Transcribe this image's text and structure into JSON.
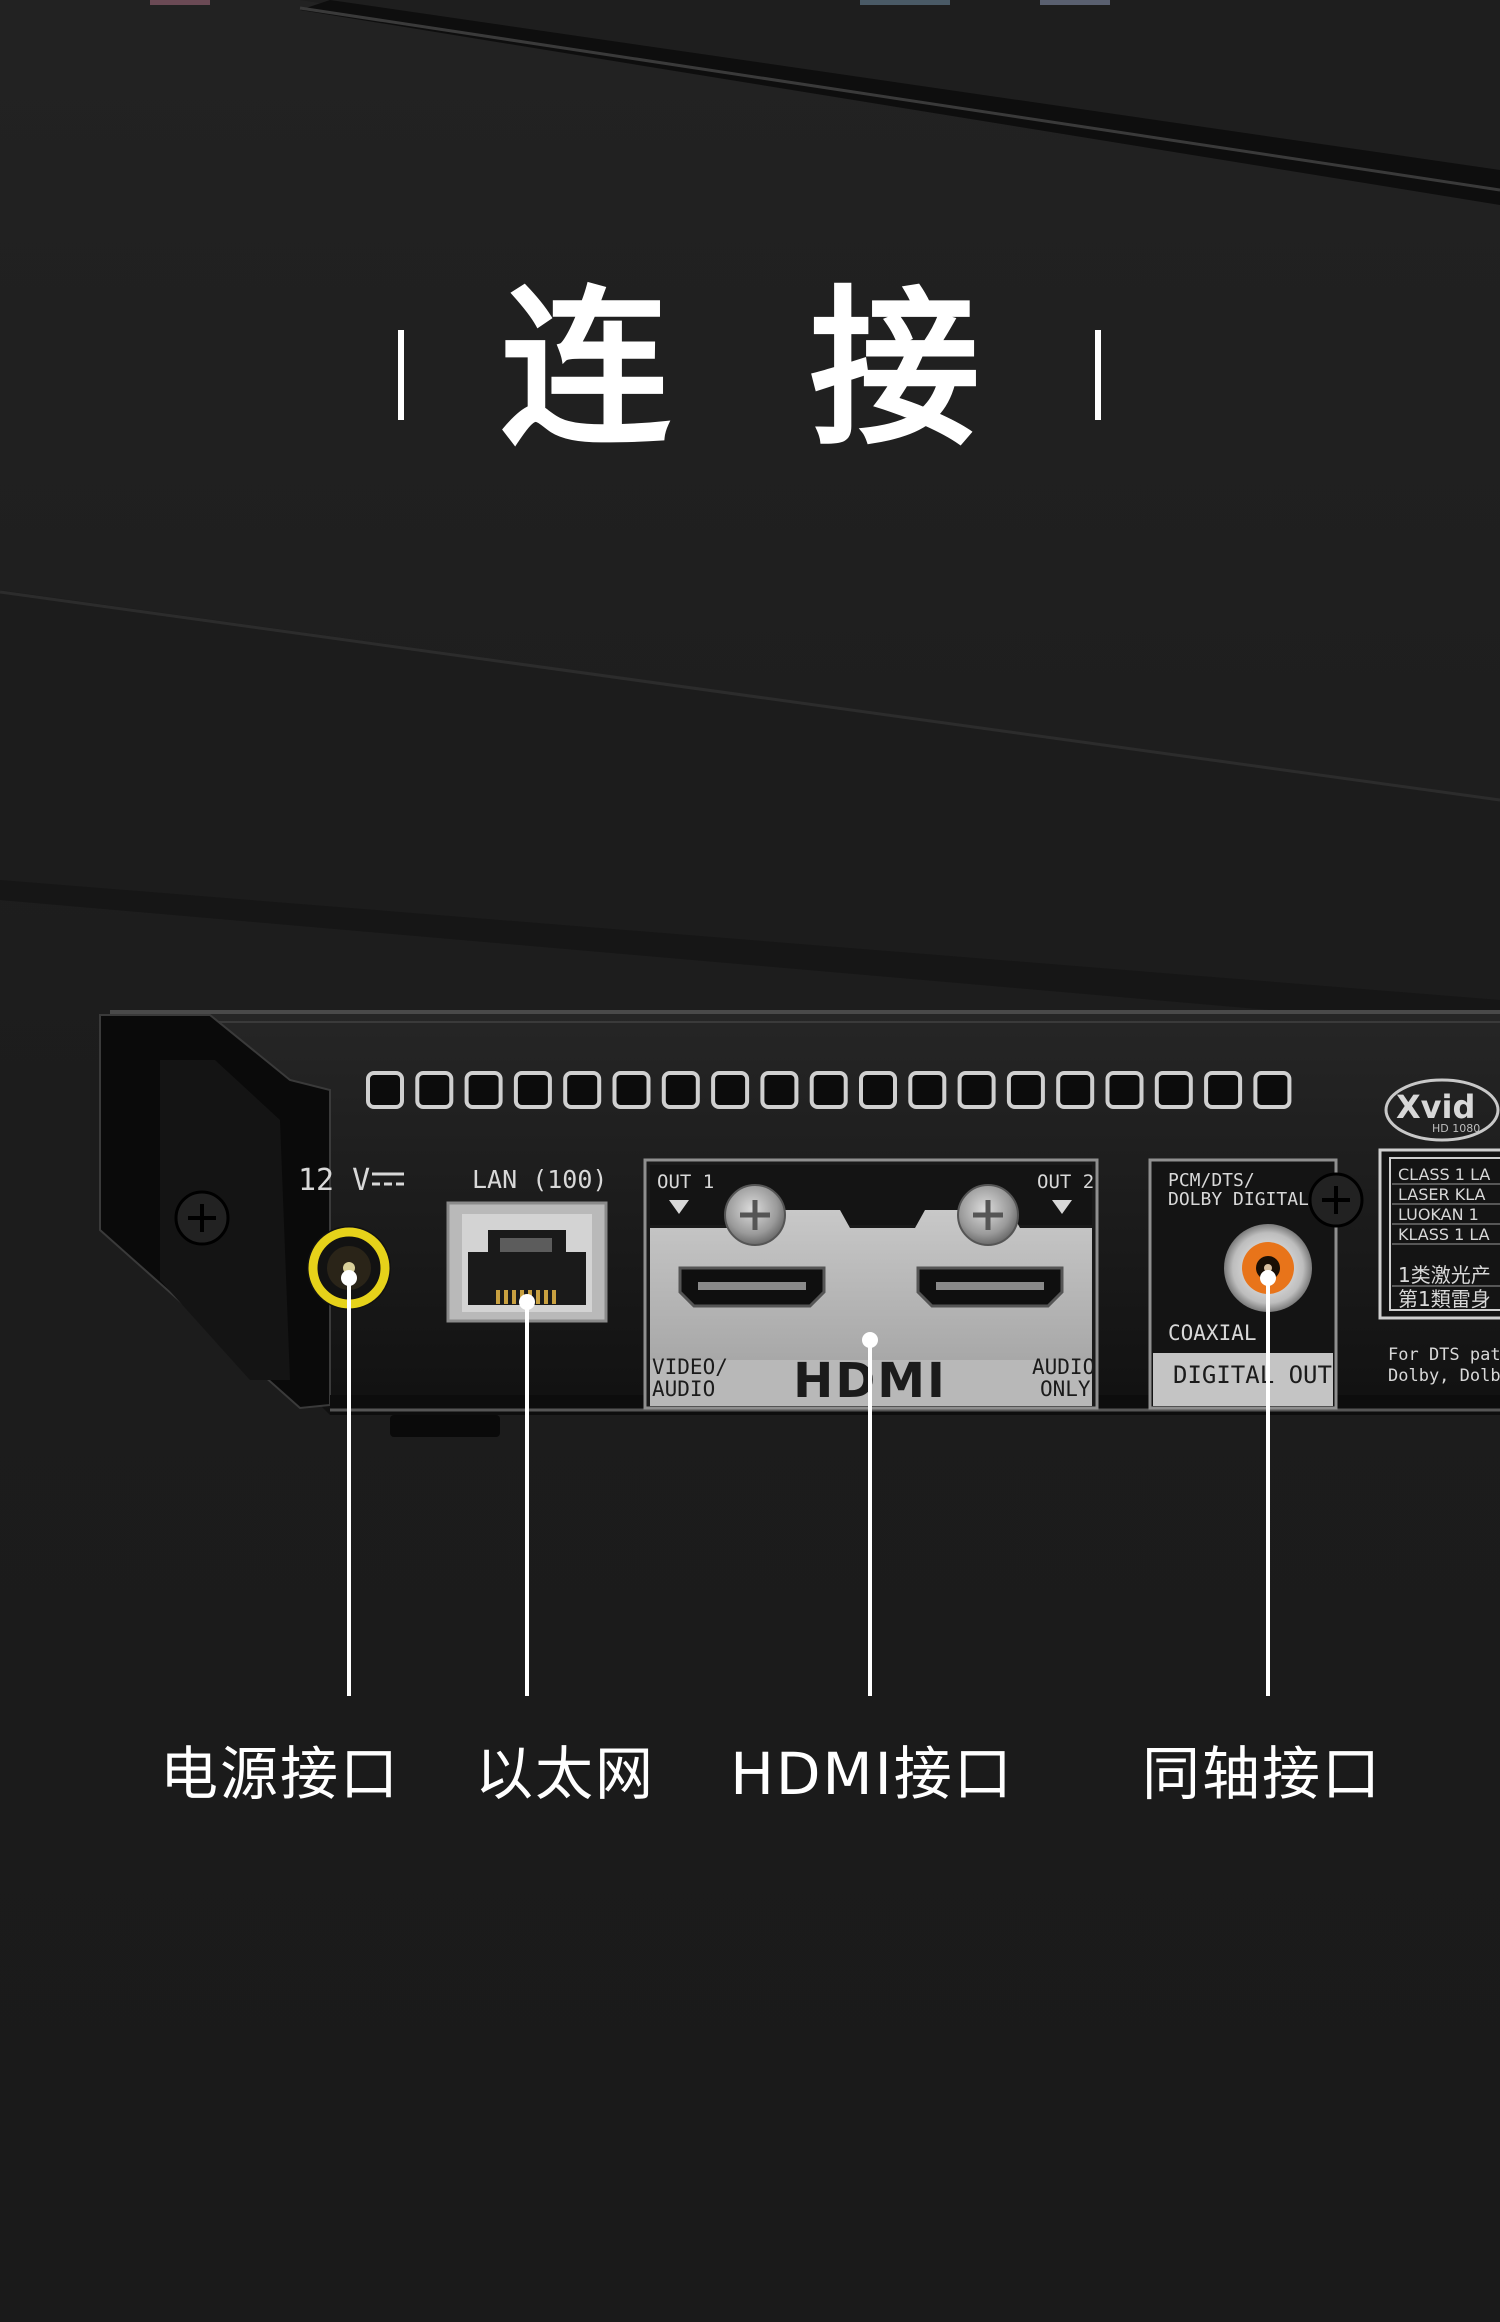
{
  "title": "连 接",
  "captions": {
    "power": "电源接口",
    "lan": "以太网",
    "hdmi": "HDMI接口",
    "coaxial": "同轴接口"
  },
  "panel": {
    "voltage": "12 V",
    "lan": "LAN (100)",
    "out1": "OUT 1",
    "out2": "OUT 2",
    "video_audio_1": "VIDEO/",
    "video_audio_2": "AUDIO",
    "hdmi_logo": "HDMI",
    "audio_only_1": "AUDIO",
    "audio_only_2": "ONLY",
    "pcm_1": "PCM/DTS/",
    "pcm_2": "DOLBY DIGITAL",
    "coaxial": "COAXIAL",
    "digital_out": "DIGITAL OUT",
    "xvid": "Xvid",
    "xvid_sub": "HD 1080",
    "laser_lines": [
      "CLASS 1 LA",
      "LASER KLA",
      "LUOKAN 1",
      "KLASS 1 LA",
      "1类激光产",
      "第1類雷身"
    ],
    "dts_1": "For DTS pate",
    "dts_2": "Dolby, Dolby"
  },
  "colors": {
    "background": "#1a1a1a",
    "power_jack": "#e6d21a",
    "coaxial_jack": "#e8741a",
    "callout_line": "#ffffff"
  }
}
